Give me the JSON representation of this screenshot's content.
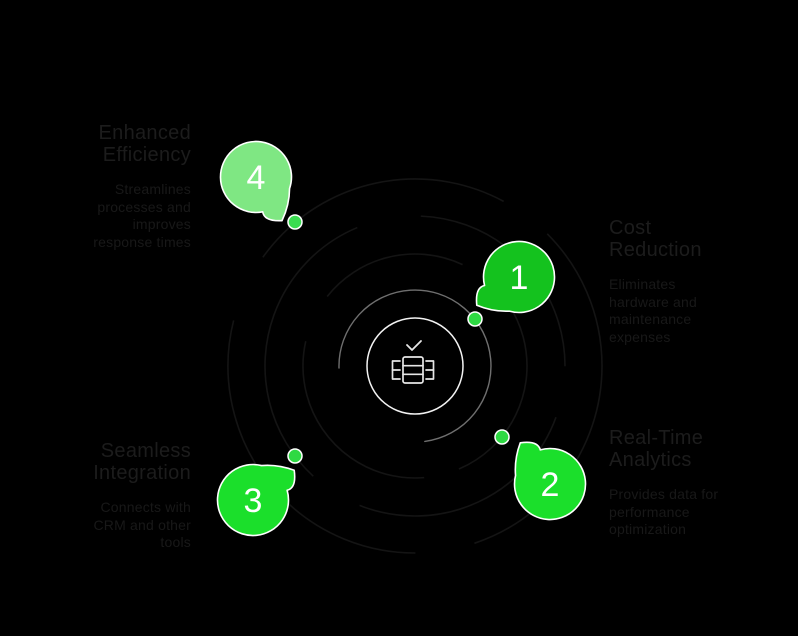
{
  "canvas": {
    "background": "#000000"
  },
  "center": {
    "icon": "automation-bot-icon",
    "status_icon": "checkmark-icon"
  },
  "items": [
    {
      "number": "1",
      "title": "Cost Reduction",
      "description": "Eliminates hardware and maintenance expenses",
      "bubble_color": "#14C21E",
      "dot_color": "#2ED943"
    },
    {
      "number": "2",
      "title": "Real-Time Analytics",
      "description": "Provides data for performance optimization",
      "bubble_color": "#1BDF2B",
      "dot_color": "#2ED943"
    },
    {
      "number": "3",
      "title": "Seamless Integration",
      "description": "Connects with CRM and other tools",
      "bubble_color": "#1BDF2B",
      "dot_color": "#2ED943"
    },
    {
      "number": "4",
      "title": "Enhanced Efficiency",
      "description": "Streamlines processes and improves response times",
      "bubble_color": "#7FE783",
      "dot_color": "#3ADC50"
    }
  ],
  "colors": {
    "ring_highlight": "#6F6F6F",
    "ring_faint": "#141414",
    "bubble_outline": "#FFFFFF",
    "number_text": "#FFFFFF",
    "hub_stroke": "#F2F2F2",
    "icon_stroke": "#E6E6E6",
    "title_text": "#1C1C1C",
    "body_text": "#181818"
  }
}
